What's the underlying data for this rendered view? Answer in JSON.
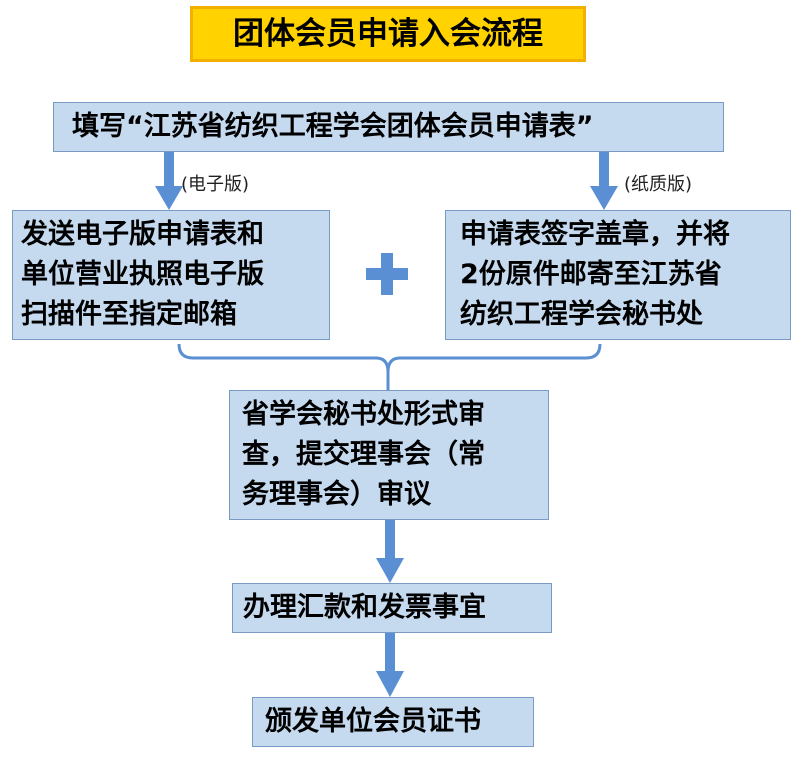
{
  "title": "团体会员申请入会流程",
  "steps": {
    "fill_form": "填写“江苏省纺织工程学会团体会员申请表”",
    "electronic": [
      "发送电子版申请表和",
      "单位营业执照电子版",
      "扫描件至指定邮箱"
    ],
    "paper": [
      "申请表签字盖章，并将",
      "2份原件邮寄至江苏省",
      "纺织工程学会秘书处"
    ],
    "review": [
      "省学会秘书处形式审",
      "查，提交理事会（常",
      "务理事会）审议"
    ],
    "payment": "办理汇款和发票事宜",
    "certificate": "颁发单位会员证书"
  },
  "labels": {
    "electronic": "(电子版)",
    "paper": "(纸质版)"
  },
  "colors": {
    "box_fill": "#c5d9ef",
    "box_border": "#7a9bc4",
    "arrow": "#5b8fd4",
    "title_fill": "#ffd200",
    "title_border": "#f2b000"
  },
  "icons": {
    "plus": "plus-icon",
    "arrow": "arrow-down-icon",
    "bracket": "bracket-connector"
  }
}
